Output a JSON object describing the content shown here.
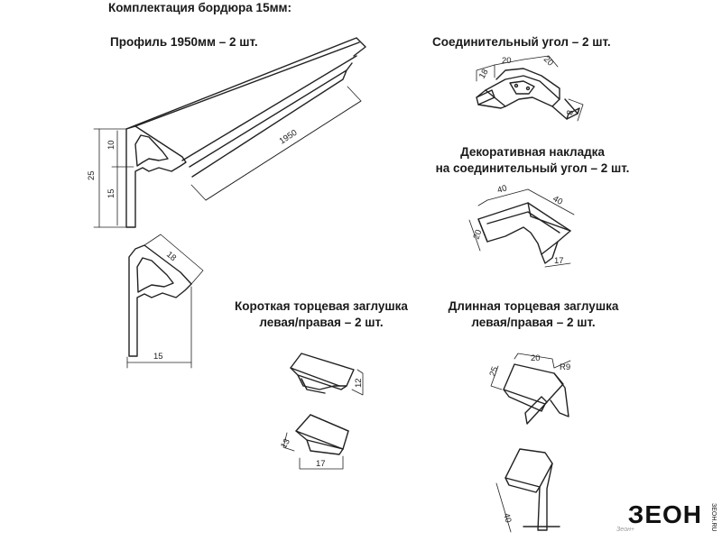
{
  "title": "Комплектация бордюра 15мм:",
  "sections": {
    "profile": "Профиль 1950мм – 2 шт.",
    "corner": "Соединительный угол – 2 шт.",
    "overlay_line1": "Декоративная накладка",
    "overlay_line2": "на соединительный угол – 2 шт.",
    "short_cap_line1": "Короткая торцевая заглушка",
    "short_cap_line2": "левая/правая – 2 шт.",
    "long_cap_line1": "Длинная торцевая заглушка",
    "long_cap_line2": "левая/правая – 2 шт."
  },
  "dimensions": {
    "length": "1950",
    "h25": "25",
    "h10": "10",
    "h15": "15",
    "w18": "18",
    "w15": "15",
    "c18": "18",
    "c20a": "20",
    "c20b": "20",
    "c8": "8",
    "o40a": "40",
    "o40b": "40",
    "o20": "20",
    "o17": "17",
    "s12": "12",
    "s13": "13",
    "s17": "17",
    "l25": "25",
    "l20": "20",
    "lr9": "R9",
    "l40": "40"
  },
  "logo": {
    "text": "ЗЕОН",
    "side": "ЗЕОН.RU",
    "sub": "Зеон+"
  }
}
